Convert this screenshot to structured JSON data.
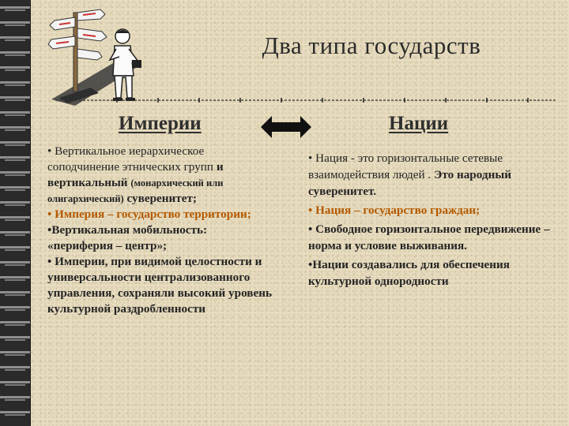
{
  "slide": {
    "title": "Два типа государств",
    "left_heading": "Империи",
    "right_heading": "Нации",
    "left": {
      "p1a": "• Вертикальное иерархическое соподчинение этнических групп",
      "p1b": "и вертикальный",
      "p1c": "(монархический или олигархический)",
      "p1d": "суверенитет;",
      "p2": "• Империя – государство территории;",
      "p3": "•Вертикальная мобильность: «периферия – центр»;",
      "p4": "• Империи, при видимой целостности и универсальности централизованного управления, сохраняли высокий уровень культурной раздробленности"
    },
    "right": {
      "p1a": "• Нация - это горизонтальные сетевые взаимодействия людей .",
      "p1b": "Это народный суверенитет.",
      "p2": "• Нация – государство граждан;",
      "p3": "• Свободное горизонтальное передвижение – норма и условие выживания.",
      "p4": "•Нации создавались для обеспечения культурной однородности"
    },
    "colors": {
      "background": "#e7dcbf",
      "highlight": "#b35a00",
      "text": "#252525"
    },
    "icons": [
      "signpost-man-clipart",
      "double-arrow-icon",
      "dotted-divider"
    ]
  }
}
